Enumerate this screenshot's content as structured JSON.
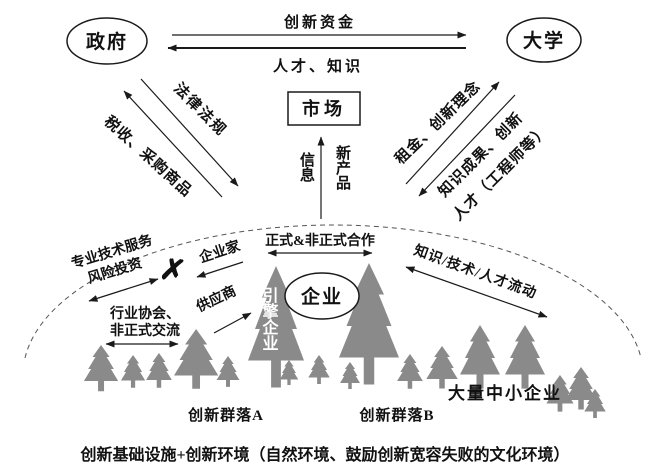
{
  "nodes": {
    "government": "政府",
    "university": "大学",
    "market": "市场",
    "enterprise": "企业",
    "engine_enterprise": "引擎企业"
  },
  "arrows": {
    "innovation_fund": "创新资金",
    "talent_knowledge": "人才、知识",
    "laws": "法律法规",
    "tax_procurement": "税收、采购商品",
    "rent_ideas": "租金、创新理念",
    "knowledge_results_line1": "知识成果、创新",
    "knowledge_results_line2": "人才（工程师等）",
    "information": "信息",
    "new_product": "新产品",
    "cooperation": "正式&非正式合作",
    "knowledge_flow": "知识/技术/人才流动",
    "services_line1": "专业技术服务",
    "services_line2": "风险投资",
    "entrepreneur": "企业家",
    "supplier": "供应商",
    "association_line1": "行业协会、",
    "association_line2": "非正式交流",
    "cross_symbol": "✗"
  },
  "clusters": {
    "cluster_a": "创新群落A",
    "cluster_b": "创新群落B",
    "smes": "大量中小企业"
  },
  "caption": "创新基础设施+创新环境（自然环境、鼓励创新宽容失败的文化环境）",
  "colors": {
    "tree": "#8a8a8a",
    "line": "#1a1a1a",
    "background": "#ffffff"
  }
}
